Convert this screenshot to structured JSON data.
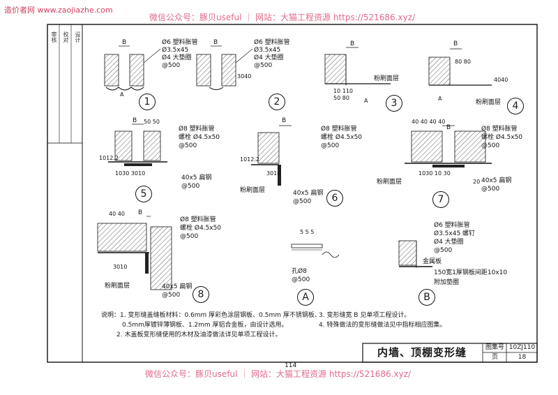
{
  "watermark": {
    "site": "造价者网 www.zaojiazhe.com",
    "top": "微信公众号：豚贝useful ｜ 网站：大猫工程资源 https://521686.xyz/",
    "bottom": "微信公众号：豚贝useful ｜ 网站：大猫工程资源 https://521686.xyz/"
  },
  "details": {
    "d1": {
      "num": "1",
      "tag": "A",
      "dim": "B",
      "notes": [
        "Ø6 塑料胀管",
        "Ø3.5x45",
        "Ø4 大垫圈",
        "@500"
      ]
    },
    "d2": {
      "num": "2",
      "dim": "B",
      "side": "3040",
      "notes": [
        "Ø6 塑料胀管",
        "Ø3.5x45",
        "Ø4 大垫圈",
        "@500"
      ]
    },
    "d3": {
      "num": "3",
      "tag": "A",
      "dim": "B",
      "finish": "粉刷面层",
      "bottom": "10  110",
      "bottom2": "50  80"
    },
    "d4": {
      "num": "4",
      "tag": "A",
      "dim": "B",
      "top": "80  80",
      "side": "4040",
      "finish": "粉刷面层"
    },
    "d5": {
      "num": "5",
      "dim": "B",
      "top": "50  50",
      "side": "1012.2",
      "bottom": "1030   3010",
      "notes": [
        "Ø8 塑料胀管",
        "螺栓 Ø4.5x50",
        "@500"
      ],
      "steel": "40x5 扁钢",
      "steel_spacing": "@500"
    },
    "d6": {
      "num": "6",
      "dim": "B",
      "side": "1012.2",
      "bottom": "3010",
      "notes": [
        "Ø8 塑料胀管",
        "螺栓 Ø4.5x50",
        "@500"
      ],
      "finish": "粉刷面层",
      "steel": "40x5 扁钢",
      "steel_spacing": "@500"
    },
    "d7": {
      "num": "7",
      "dim": "B",
      "top": "40 40       40 40",
      "bottom": "1030       10 30",
      "bottom2": "20",
      "notes": [
        "Ø8 塑料胀管",
        "螺栓 Ø4.5x50",
        "@500"
      ],
      "finish": "粉刷面层",
      "steel": "40x5 扁钢",
      "steel_spacing": "@500"
    },
    "d8": {
      "num": "8",
      "dim": "B",
      "top": "40 40",
      "bottom": "3010",
      "notes": [
        "Ø8 塑料胀管",
        "螺栓 Ø4.5x50",
        "@500"
      ],
      "finish": "粉刷面层",
      "steel": "40x5 扁钢",
      "steel_spacing": "@500"
    },
    "dA": {
      "num": "A",
      "top": "5 5 5",
      "bottom": "孔Ø8",
      "bottom2": "@500"
    },
    "dB": {
      "num": "B",
      "notes": [
        "Ø6 塑料胀管",
        "Ø3.5x45 螺钉",
        "Ø4 大垫圈",
        "@500"
      ],
      "metal": "金属板",
      "plate": "150宽1厚钢板间距10x10",
      "washer": "附加垫圈"
    }
  },
  "notes": {
    "n1a": "说明：1.  变形缝盖缝板材料：0.6mm 厚彩色涂层钢板、0.5mm 厚不锈钢板、",
    "n1b": "0.5mm厚镀锌薄钢板、1.2mm 厚铝合金板，由设计选用。",
    "n2": "2.  木盖板变形缝使用的木材及油漆做法详见单项工程设计。",
    "n3": "3.  变形缝宽 B 见单项工程设计。",
    "n4": "4.  特殊做法的变形缝做法见中指标相应图集。"
  },
  "title_block": {
    "title": "内墙、顶棚变形缝",
    "set_label": "图集号",
    "set_value": "10ZJ110",
    "page_label": "页",
    "page_value": "18",
    "sheet_no": "114"
  },
  "side_table": [
    "审核",
    "校对",
    "设计"
  ]
}
